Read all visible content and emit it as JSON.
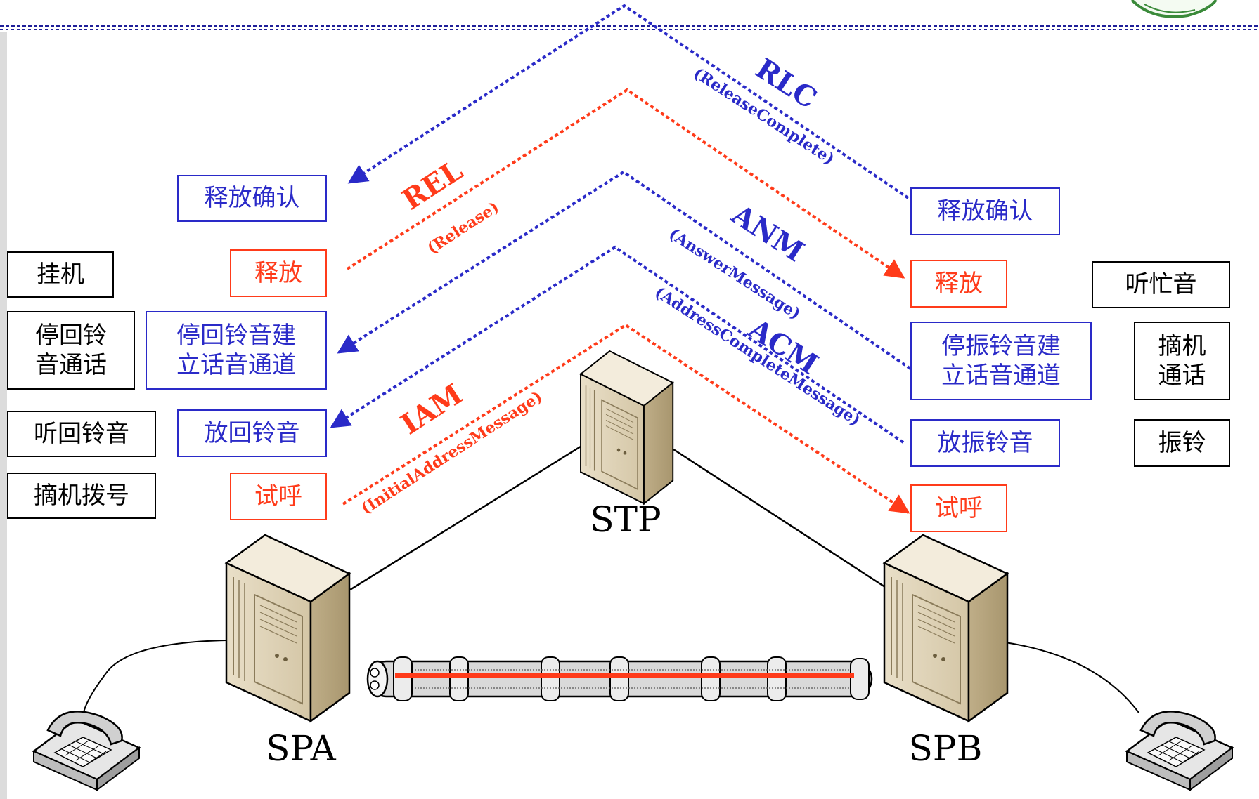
{
  "colors": {
    "blue": "#2a2ac8",
    "red": "#ff3b1a",
    "header_line": "#1f1f99",
    "box_black": "#000000"
  },
  "nodes": {
    "spa": "SPA",
    "stp": "STP",
    "spb": "SPB"
  },
  "messages": {
    "iam": {
      "abbr": "IAM",
      "full": "(InitialAddressMessage)"
    },
    "acm": {
      "abbr": "ACM",
      "full": "(AddressCompleteMessage)"
    },
    "anm": {
      "abbr": "ANM",
      "full": "(AnswerMessage)"
    },
    "rel": {
      "abbr": "REL",
      "full": "(Release)"
    },
    "rlc": {
      "abbr": "RLC",
      "full": "(ReleaseComplete)"
    }
  },
  "user_a": {
    "hangup": "挂机",
    "stop_ringback_talk": "停回铃\n音通话",
    "hear_ringback": "听回铃音",
    "offhook_dial": "摘机拨号"
  },
  "switch_a": {
    "release_ack": "释放确认",
    "release": "释放",
    "stop_ringback_build": "停回铃音建\n立话音通道",
    "play_ringback": "放回铃音",
    "try_call": "试呼"
  },
  "switch_b": {
    "release_ack": "释放确认",
    "release": "释放",
    "stop_ringing_build": "停振铃音建\n立话音通道",
    "play_ringing": "放振铃音",
    "try_call": "试呼"
  },
  "user_b": {
    "busy_tone": "听忙音",
    "offhook_talk": "摘机\n通话",
    "ringing": "振铃"
  }
}
